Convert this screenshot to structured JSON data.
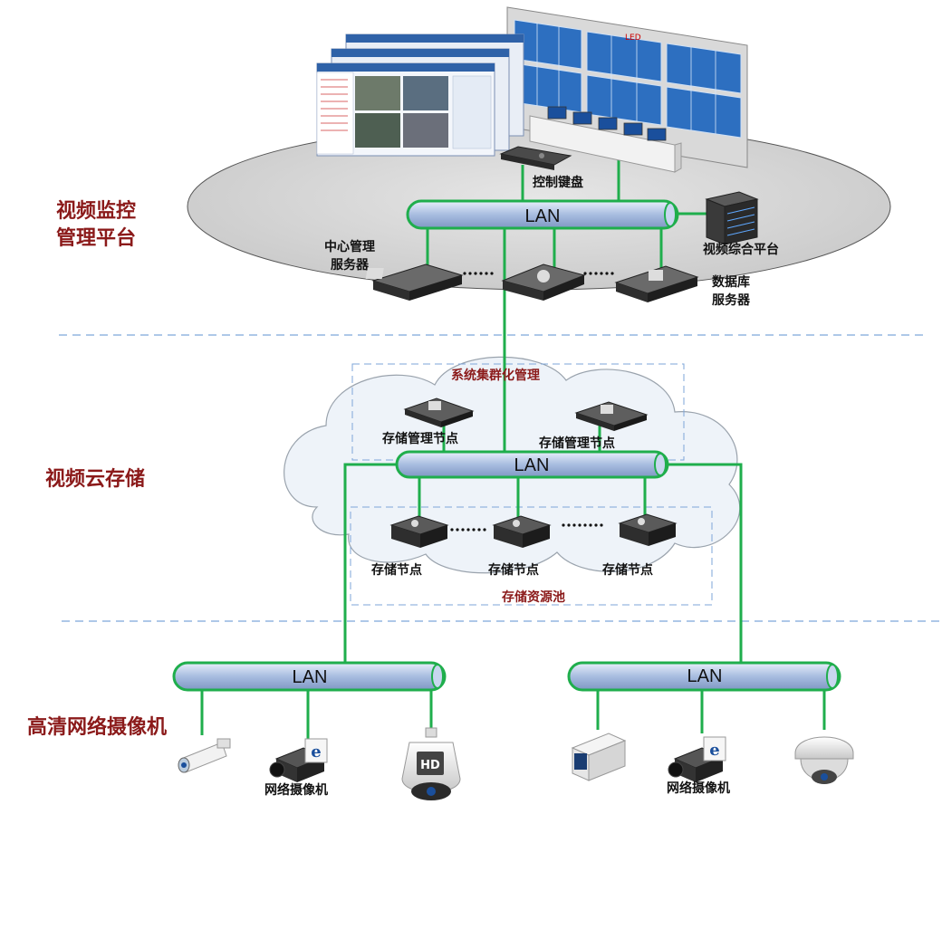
{
  "layers": {
    "management": "视频监控\n管理平台",
    "cloud": "视频云存储",
    "camera": "高清网络摄像机"
  },
  "network": {
    "lan_label": "LAN"
  },
  "management": {
    "control_keyboard": "控制键盘",
    "video_platform": "视频综合平台",
    "center_server": "中心管理\n服务器",
    "db_server": "数据库\n服务器",
    "wall_sign": "LED"
  },
  "cloud": {
    "cluster_title": "系统集群化管理",
    "mgmt_node_1": "存储管理节点",
    "mgmt_node_2": "存储管理节点",
    "storage_node_1": "存储节点",
    "storage_node_2": "存储节点",
    "storage_node_3": "存储节点",
    "pool_title": "存储资源池"
  },
  "cameras": {
    "net_camera_left": "网络摄像机",
    "net_camera_right": "网络摄像机",
    "hd_badge": "HD"
  },
  "colors": {
    "link": "#1fae4c",
    "accent_red": "#8b1a1a",
    "divider": "#7da6d9",
    "lan_tube": "#a8bde0"
  }
}
